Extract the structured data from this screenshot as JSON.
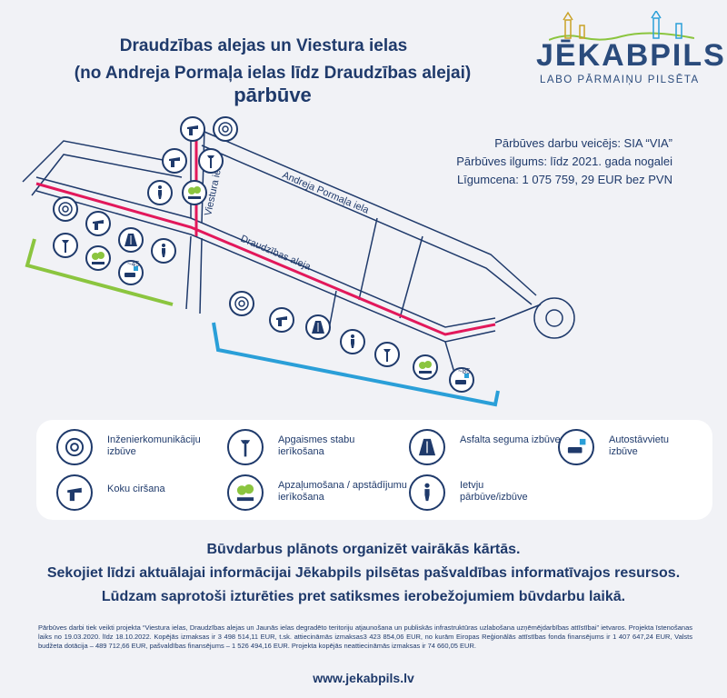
{
  "header": {
    "title_line1": "Draudzības alejas un Viestura ielas",
    "title_line2": "(no Andreja Pormaļa ielas līdz Draudzības alejai)",
    "title_line2_end": "pārbūve"
  },
  "logo": {
    "name": "JĒKABPILS",
    "tagline": "LABO PĀRMAIŅU PILSĒTA"
  },
  "project_info": {
    "contractor": "Pārbūves darbu veicējs: SIA “VIA”",
    "duration": "Pārbūves ilgums: līdz 2021. gada nogalei",
    "contract_price": "Līgumcena: 1 075 759, 29 EUR bez PVN"
  },
  "map": {
    "streets": {
      "pormala": "Andreja Pormaļa iela",
      "viestura": "Viestura iela",
      "draudzibas": "Draudzības aleja"
    },
    "parking_count_left": "~45",
    "parking_count_right": "~85",
    "colors": {
      "road_outline": "#1f3a6b",
      "highlight": "#e2185b",
      "green_zone": "#8bc53f",
      "blue_zone": "#2a9fd8"
    }
  },
  "legend": [
    {
      "icon": "engineering-icon",
      "label": "Inženierkomunikāciju izbūve"
    },
    {
      "icon": "street-light-icon",
      "label": "Apgaismes stabu ierīkošana"
    },
    {
      "icon": "asphalt-road-icon",
      "label": "Asfalta seguma izbūve"
    },
    {
      "icon": "parking-icon",
      "label": "Autostāvvietu izbūve"
    },
    {
      "icon": "tree-cutting-icon",
      "label": "Koku ciršana"
    },
    {
      "icon": "greenery-icon",
      "label": "Apzaļumošana / apstādījumu ierīkošana"
    },
    {
      "icon": "pedestrian-icon",
      "label": "Ietvju pārbūve/izbūve"
    }
  ],
  "notice": {
    "line1": "Būvdarbus plānots organizēt vairākās kārtās.",
    "line2": "Sekojiet līdzi aktuālajai informācijai Jēkabpils pilsētas pašvaldības informatīvajos resursos.",
    "line3": "Lūdzam saprotoši izturēties pret satiksmes ierobežojumiem būvdarbu laikā."
  },
  "footnote": "Pārbūves darbi tiek veikti projekta “Viestura ielas, Draudzības alejas un Jaunās ielas degradēto teritoriju atjaunošana un publiskās infrastruktūras uzlabošana uzņēmējdarbības attīstībai” ietvaros. Projekta īstenošanas laiks no 19.03.2020. līdz 18.10.2022. Kopējās izmaksas ir 3 498 514,11 EUR, t.sk. attiecināmās izmaksas3 423 854,06 EUR, no kurām Eiropas Reģionālās attīstības fonda finansējums ir 1 407 647,24 EUR, Valsts budžeta dotācija – 489 712,66 EUR, pašvaldības finansējums – 1 526 494,16 EUR. Projekta kopējās neattiecināmās izmaksas ir 74 660,05 EUR.",
  "website": "www.jekabpils.lv"
}
